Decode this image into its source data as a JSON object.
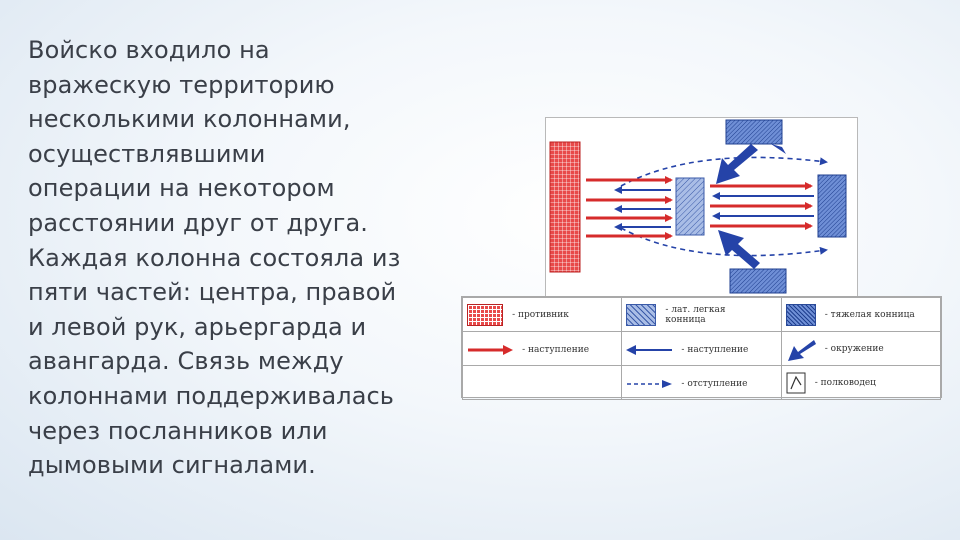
{
  "text_block": {
    "lines": [
      "Войско входило на",
      "вражескую территорию",
      "несколькими колоннами,",
      "осуществлявшими",
      "операции на некотором",
      "расстоянии друг от друга.",
      "Каждая колонна состояла из",
      "пяти частей: центра, правой",
      "и левой рук, арьергарда и",
      "авангарда. Связь между",
      "колоннами поддерживалась",
      "через посланников или",
      "дымовыми сигналами."
    ]
  },
  "legend": {
    "enemy": "- противник",
    "light_cavalry_line1": "- лат. легкая",
    "light_cavalry_line2": "конница",
    "heavy_cavalry": "- тяжелая конница",
    "enemy_advance": "- наступление",
    "mongol_advance": "- наступление",
    "encirclement": "- окружение",
    "retreat": "- отступление",
    "commander": "- полководец"
  },
  "colors": {
    "enemy_red": "#d62b2b",
    "mongol_blue": "#2543a8",
    "hatch_blue": "#7f9be0"
  }
}
